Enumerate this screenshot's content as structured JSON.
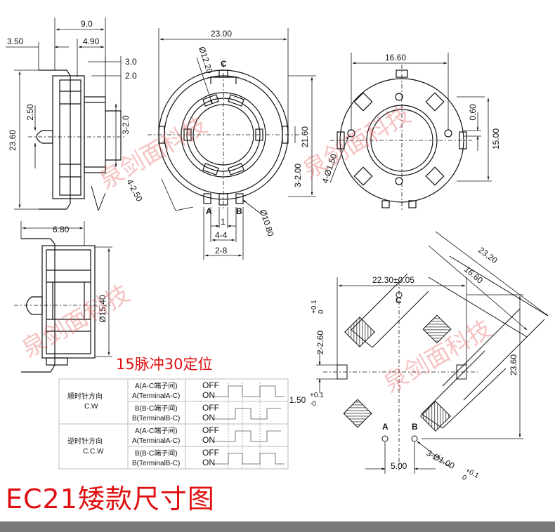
{
  "side_view_dims": [
    "9.0",
    "4.90",
    "3.50",
    "3.0",
    "2.0",
    "3-2.0",
    "2.50",
    "23.60",
    "4-2.50"
  ],
  "front_view_dims": [
    "23.00",
    "Ø12.20",
    "C",
    "21.60",
    "3-2.00",
    "A",
    "B",
    "Ø10.80",
    "1",
    "4-4",
    "2-8"
  ],
  "back_view_dims": [
    "16.60",
    "0.60",
    "15.00",
    "4-Ø1.50"
  ],
  "lower_side_dims": [
    "6.80",
    "Ø15.40"
  ],
  "footprint_dims": [
    "22.30±0.05",
    "23.20",
    "16.60",
    "C",
    "2-2.60",
    "+0.1",
    "0",
    "23.60",
    "1.50",
    "+0.1",
    "-0",
    "A",
    "B",
    "5.00",
    "3-Ø1.00",
    "+0.1",
    "0"
  ],
  "subtitle": "15脉冲30定位",
  "title": "EC21矮款尺寸图",
  "watermark": "泉剑面科技",
  "timing_table": {
    "rows": [
      {
        "direction_cn": "顺时针方向",
        "direction_en": "C.W",
        "signals": [
          {
            "cn": "A(A-C端子间)",
            "en": "A(TerminalA-C)"
          },
          {
            "cn": "B(B-C端子间)",
            "en": "B(TerminalB-C)"
          }
        ]
      },
      {
        "direction_cn": "逆时针方向",
        "direction_en": "C.C.W",
        "signals": [
          {
            "cn": "A(A-C端子间)",
            "en": "A(TerminalA-C)"
          },
          {
            "cn": "B(B-C端子间)",
            "en": "B(TerminalB-C)"
          }
        ]
      }
    ],
    "off_label": "OFF",
    "on_label": "ON"
  }
}
